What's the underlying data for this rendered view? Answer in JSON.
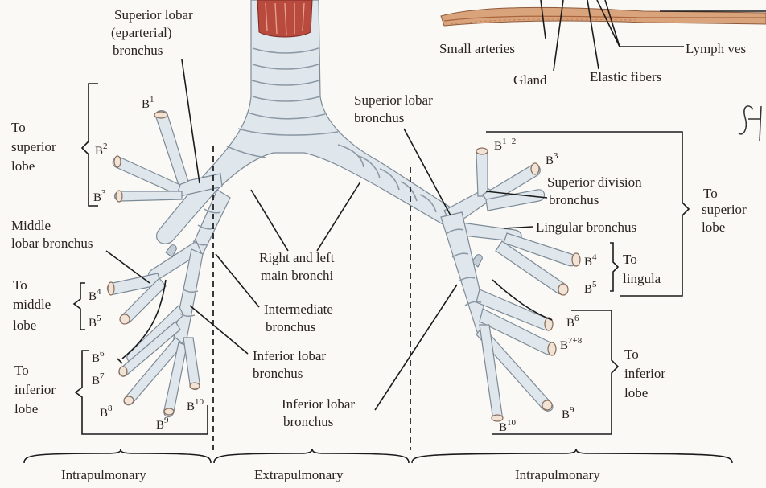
{
  "labels": {
    "superior_lobar_eparterial": [
      "Superior lobar",
      "(eparterial)",
      "bronchus"
    ],
    "to_superior_lobe_right": [
      "To",
      "superior",
      "lobe"
    ],
    "middle_lobar_bronchus": [
      "Middle",
      "lobar bronchus"
    ],
    "to_middle_lobe": [
      "To",
      "middle",
      "lobe"
    ],
    "to_inferior_lobe_right": [
      "To",
      "inferior",
      "lobe"
    ],
    "right_left_main": [
      "Right and left",
      "main bronchi"
    ],
    "intermediate": [
      "Intermediate",
      "bronchus"
    ],
    "inferior_lobar_right": [
      "Inferior lobar",
      "bronchus"
    ],
    "inferior_lobar_left": [
      "Inferior lobar",
      "bronchus"
    ],
    "superior_lobar_left": [
      "Superior lobar",
      "bronchus"
    ],
    "superior_division": [
      "Superior division",
      "bronchus"
    ],
    "lingular_bronchus": "Lingular bronchus",
    "to_lingula": [
      "To",
      "lingula"
    ],
    "to_superior_lobe_left": [
      "To",
      "superior",
      "lobe"
    ],
    "to_inferior_lobe_left": [
      "To",
      "inferior",
      "lobe"
    ],
    "small_arteries": "Small arteries",
    "gland": "Gland",
    "elastic_fibers": "Elastic fibers",
    "lymph_vessels": "Lymph ves",
    "intrapulmonary_left": "Intrapulmonary",
    "extrapulmonary": "Extrapulmonary",
    "intrapulmonary_right": "Intrapulmonary"
  },
  "segments": {
    "right": {
      "b1": {
        "base": "B",
        "sup": "1"
      },
      "b2": {
        "base": "B",
        "sup": "2"
      },
      "b3": {
        "base": "B",
        "sup": "3"
      },
      "b4": {
        "base": "B",
        "sup": "4"
      },
      "b5": {
        "base": "B",
        "sup": "5"
      },
      "b6": {
        "base": "B",
        "sup": "6"
      },
      "b7": {
        "base": "B",
        "sup": "7"
      },
      "b8": {
        "base": "B",
        "sup": "8"
      },
      "b9": {
        "base": "B",
        "sup": "9"
      },
      "b10": {
        "base": "B",
        "sup": "10"
      }
    },
    "left": {
      "b12": {
        "base": "B",
        "sup": "1+2"
      },
      "b3": {
        "base": "B",
        "sup": "3"
      },
      "b4": {
        "base": "B",
        "sup": "4"
      },
      "b5": {
        "base": "B",
        "sup": "5"
      },
      "b6": {
        "base": "B",
        "sup": "6"
      },
      "b78": {
        "base": "B",
        "sup": "7+8"
      },
      "b9": {
        "base": "B",
        "sup": "9"
      },
      "b10": {
        "base": "B",
        "sup": "10"
      }
    }
  },
  "colors": {
    "bronchus_fill": "#dfe6ec",
    "trachea_interior": "#b84a3e",
    "mucosa_band": "#d9a47c"
  }
}
